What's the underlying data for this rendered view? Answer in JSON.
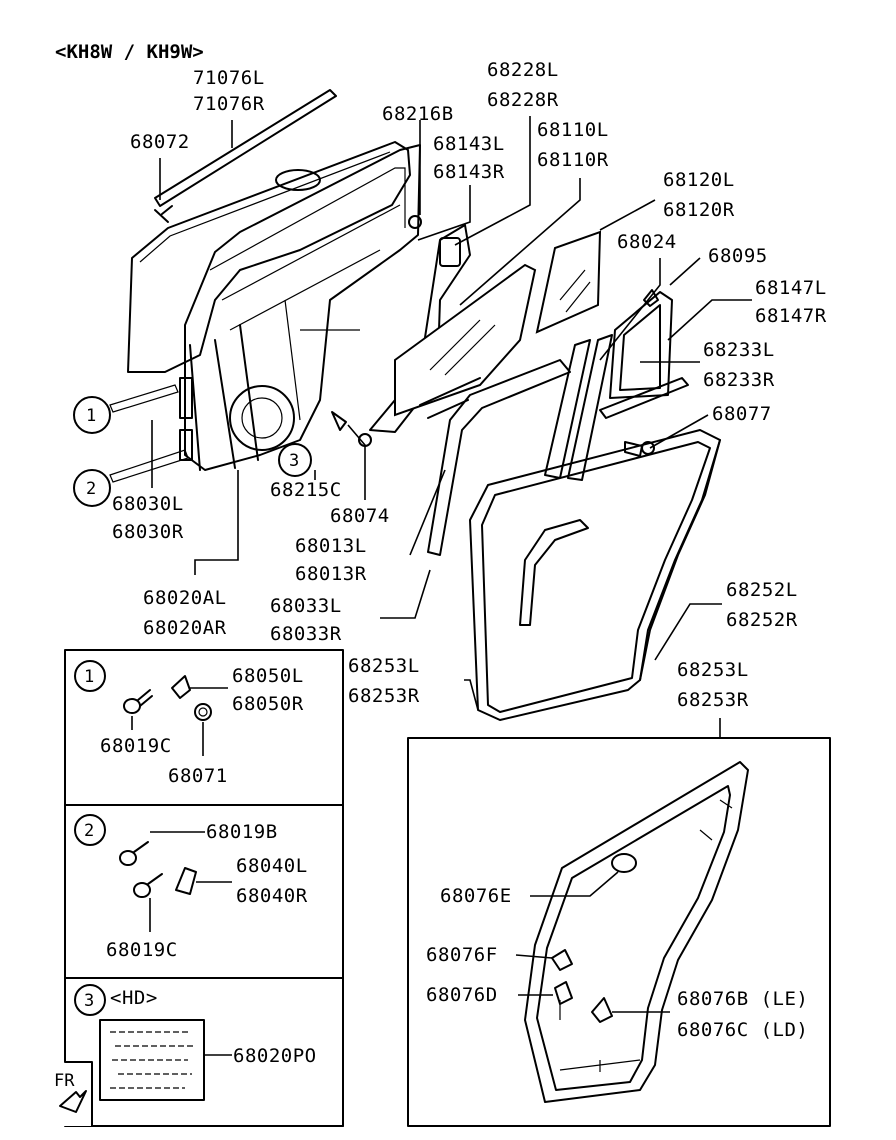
{
  "header": {
    "model_code": "<KH8W / KH9W>"
  },
  "labels": {
    "l71076": [
      "71076L",
      "71076R"
    ],
    "l68072": "68072",
    "l68216B": "68216B",
    "l68228": [
      "68228L",
      "68228R"
    ],
    "l68143": [
      "68143L",
      "68143R"
    ],
    "l68110": [
      "68110L",
      "68110R"
    ],
    "l68120": [
      "68120L",
      "68120R"
    ],
    "l68024": "68024",
    "l68095": "68095",
    "l68147": [
      "68147L",
      "68147R"
    ],
    "l68233": [
      "68233L",
      "68233R"
    ],
    "l68077": "68077",
    "l68030": [
      "68030L",
      "68030R"
    ],
    "l68215C": "68215C",
    "l68074": "68074",
    "l68013": [
      "68013L",
      "68013R"
    ],
    "l68020A": [
      "68020AL",
      "68020AR"
    ],
    "l68033": [
      "68033L",
      "68033R"
    ],
    "l68252": [
      "68252L",
      "68252R"
    ],
    "l68253_left": [
      "68253L",
      "68253R"
    ],
    "l68253_right": [
      "68253L",
      "68253R"
    ]
  },
  "callouts": [
    "1",
    "2",
    "3"
  ],
  "detail_1": {
    "callout": "1",
    "labels": [
      "68050L",
      "68050R",
      "68019C",
      "68071"
    ]
  },
  "detail_2": {
    "callout": "2",
    "labels": [
      "68019B",
      "68040L",
      "68040R",
      "68019C"
    ]
  },
  "detail_3": {
    "callout": "3",
    "title": "<HD>",
    "label": "68020PO"
  },
  "detail_seal": {
    "labels": [
      "68076E",
      "68076F",
      "68076D",
      "68076B (LE)",
      "68076C (LD)"
    ]
  },
  "front_marker": {
    "text": "FR"
  }
}
